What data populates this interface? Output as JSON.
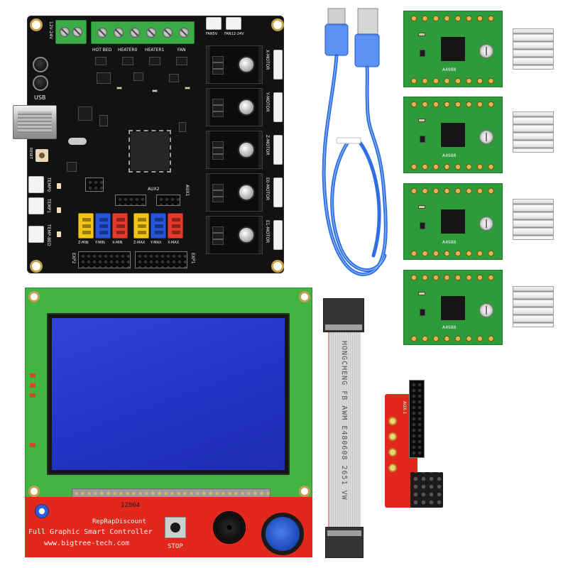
{
  "mainboard": {
    "power_label": "12V-24V",
    "output_labels": [
      "HOT BED",
      "HEATER0",
      "HEATER1",
      "FAN"
    ],
    "fan_labels": [
      "FAN5V",
      "FAN12-24V"
    ],
    "motor_labels": [
      "X-MOTOR",
      "Y-MOTOR",
      "Z-MOTOR",
      "E0-MOTOR",
      "E1-MOTOR"
    ],
    "usb_label": "USB",
    "reset_label": "RESET",
    "temp_labels": [
      "TEMP0",
      "TEMP1",
      "TEMP-BED"
    ],
    "aux_labels": [
      "AUX1",
      "AUX2"
    ],
    "endstops": [
      {
        "label": "Z-MIN",
        "color": "#f3c418"
      },
      {
        "label": "Y-MIN",
        "color": "#2653d8"
      },
      {
        "label": "X-MIN",
        "color": "#e33a2c"
      },
      {
        "label": "Z-MAX",
        "color": "#f3c418"
      },
      {
        "label": "Y-MAX",
        "color": "#2653d8"
      },
      {
        "label": "X-MAX",
        "color": "#e33a2c"
      }
    ],
    "exp_labels": [
      "EXP2",
      "EXP1"
    ]
  },
  "stepper_drivers": {
    "label": "A4988"
  },
  "lcd": {
    "model": "12864",
    "brand": "RepRapDiscount",
    "title": "Full Graphic Smart Controller",
    "url": "www.bigtree-tech.com",
    "stop_label": "STOP"
  },
  "ribbon_cable": {
    "print": "HONGCHENG FB AWM E480608 2651 VW"
  },
  "adapter": {
    "label": "AUX-1"
  }
}
